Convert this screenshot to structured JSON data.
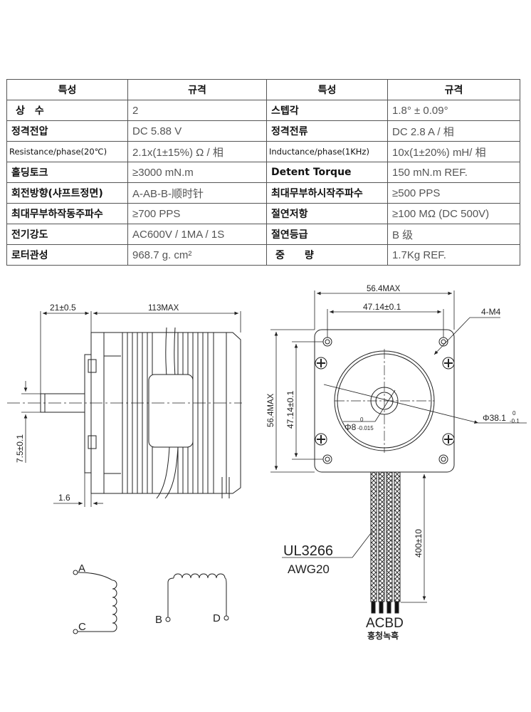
{
  "table": {
    "headers": [
      "특성",
      "규격",
      "특성",
      "규격"
    ],
    "rows": [
      [
        "상　수",
        "2",
        "스텝각",
        "1.8° ± 0.09°"
      ],
      [
        "정격전압",
        "DC 5.88 V",
        "정격전류",
        "DC 2.8  A / 相"
      ],
      [
        "Resistance/phase(20℃)",
        "2.1x(1±15%) Ω / 相",
        "Inductance/phase(1KHz)",
        "10x(1±20%) mH/ 相"
      ],
      [
        "홀딩토크",
        "≥3000 mN.m",
        "Detent Torque",
        "150 mN.m REF."
      ],
      [
        "회전방향(샤프트정면)",
        "A-AB-B-顺时针",
        "최대무부하시작주파수",
        "≥500 PPS"
      ],
      [
        "최대무부하작동주파수",
        "≥700 PPS",
        "절연저항",
        "≥100 MΩ (DC 500V)"
      ],
      [
        "전기강도",
        "AC600V / 1MA / 1S",
        "절연등급",
        "B 级"
      ],
      [
        "로터관성",
        "968.7 g. cm²",
        "중　　량",
        "1.7Kg REF."
      ]
    ]
  },
  "drawing": {
    "side_view": {
      "dim_shaft_length": "21±0.5",
      "dim_body_length": "113MAX",
      "dim_shaft_offset": "7.5±0.1",
      "dim_flange": "1.6"
    },
    "front_view": {
      "dim_width": "56.4MAX",
      "dim_hole_spacing_h": "47.14±0.1",
      "dim_height": "56.4MAX",
      "dim_hole_spacing_v": "47.14±0.1",
      "holes": "4-M4",
      "shaft_dia": "Φ8",
      "shaft_tol_upper": "0",
      "shaft_tol_lower": "-0.015",
      "boss_dia": "Φ38.1",
      "boss_tol_upper": "0",
      "boss_tol_lower": "-0.1",
      "lead_length": "400±10"
    },
    "wire": {
      "spec_line1": "UL3266",
      "spec_line2": "AWG20",
      "lead_letters": "ACBD",
      "lead_colors": "홍청녹흑"
    },
    "wiring": {
      "coil1_top": "A",
      "coil1_bottom": "C",
      "coil2_left": "B",
      "coil2_right": "D"
    }
  }
}
